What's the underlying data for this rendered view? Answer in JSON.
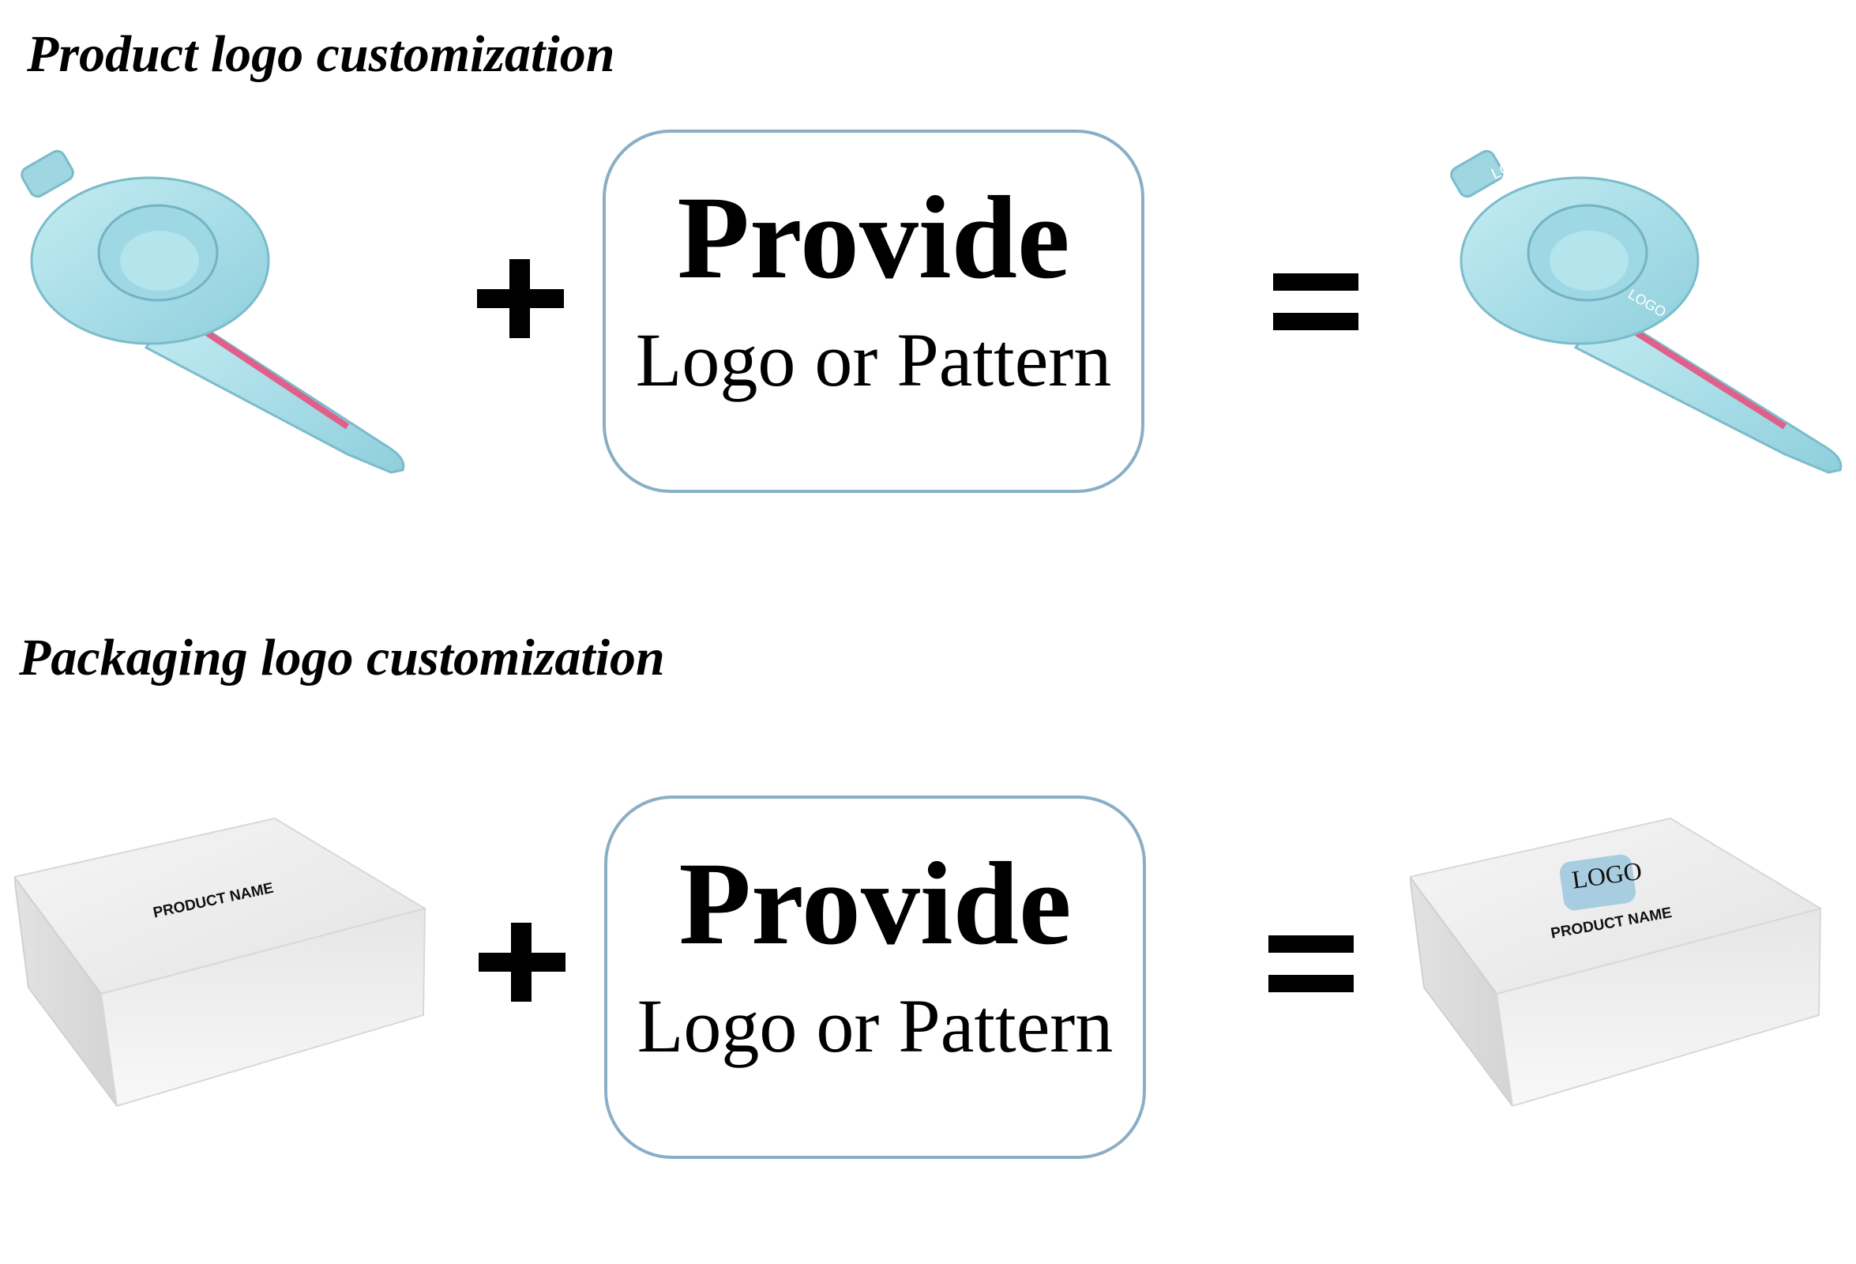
{
  "sections": [
    {
      "title": "Product logo customization",
      "box": {
        "main": "Provide",
        "sub": "Logo or Pattern"
      },
      "result_labels": [
        "LOGO",
        "LOGO"
      ]
    },
    {
      "title": "Packaging logo customization",
      "box": {
        "main": "Provide",
        "sub": "Logo or Pattern"
      },
      "before_label": "PRODUCT NAME",
      "result_labels": [
        "LOGO",
        "PRODUCT NAME"
      ]
    }
  ],
  "colors": {
    "squeezer_body": "#a8dde8",
    "squeezer_accent": "#e0608a",
    "box_border": "#8aaec6",
    "logo_badge": "#a9cde0"
  },
  "icons": [
    "plus-sign",
    "equals-sign",
    "lemon-squeezer",
    "white-box"
  ]
}
